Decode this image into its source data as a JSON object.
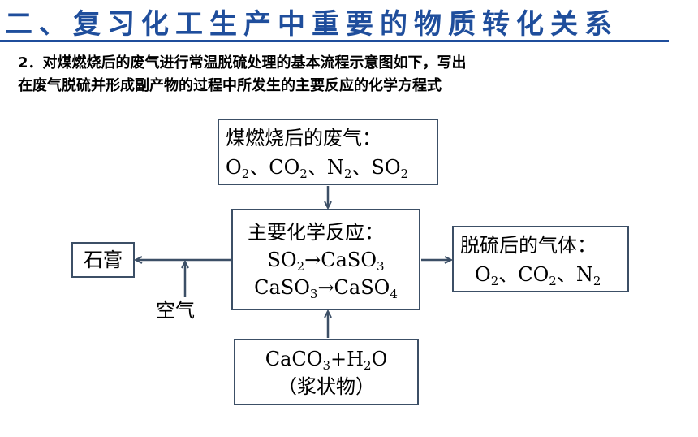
{
  "title": "二、复习化工生产中重要的物质转化关系",
  "question": {
    "line1": "2．对煤燃烧后的废气进行常温脱硫处理的基本流程示意图如下，写出",
    "line2": "在废气脱硫并形成副产物的过程中所发生的主要反应的化学方程式"
  },
  "diagram": {
    "waste_gas": {
      "label": "煤燃烧后的废气：",
      "O2": "O",
      "CO2": "CO",
      "N2": "N",
      "SO2": "SO",
      "sub2": "2",
      "sep": "、"
    },
    "reactions": {
      "label": "主要化学反应：",
      "r1_reactant": "SO",
      "r1_product": "CaSO",
      "r2_reactant": "CaSO",
      "r2_product": "CaSO",
      "sub2": "2",
      "sub3": "3",
      "sub4": "4",
      "arrow": "→"
    },
    "clean_gas": {
      "label": "脱硫后的气体：",
      "O2": "O",
      "CO2": "CO",
      "N2": "N",
      "sub2": "2",
      "sep": "、"
    },
    "gypsum": {
      "label": "石膏"
    },
    "air": {
      "label": "空气"
    },
    "feed": {
      "caco3": "CaCO",
      "sub3": "3",
      "plus": "+",
      "h": "H",
      "sub2": "2",
      "o": "O",
      "state": "（浆状物）"
    },
    "colors": {
      "title": "#1f4e9c",
      "line": "#3c4f66"
    }
  }
}
